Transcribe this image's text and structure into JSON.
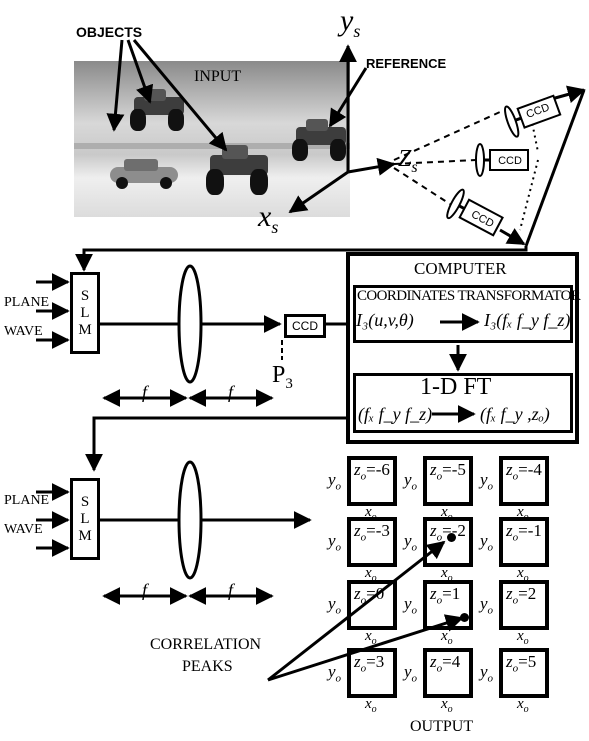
{
  "labels": {
    "objects": "OBJECTS",
    "input": "INPUT",
    "reference": "REFERENCE",
    "ys": "y",
    "ys_sub": "s",
    "xs": "x",
    "xs_sub": "s",
    "zs": "Z",
    "zs_sub": "s",
    "ccd": "CCD",
    "plane": "PLANE",
    "wave": "WAVE",
    "slm": [
      "S",
      "L",
      "M"
    ],
    "f": "f",
    "p3": "P",
    "p3_sub": "3",
    "computer": "COMPUTER",
    "coord_transformator": "COORDINATES TRANSFORMATOR",
    "ft_1d": "1-D FT",
    "correlation": "CORRELATION",
    "peaks": "PEAKS",
    "output": "OUTPUT",
    "yo": "y",
    "xo": "x",
    "o_sub": "o"
  },
  "equations": {
    "coord_left": "I₃(u,v,θ)",
    "coord_right": "I₃(fₓ f_y f_z)",
    "ft_left": "(fₓ f_y f_z)",
    "ft_right": "(fₓ f_y ,zₒ)"
  },
  "output_cells": [
    {
      "z": "-6"
    },
    {
      "z": "-5"
    },
    {
      "z": "-4"
    },
    {
      "z": "-3"
    },
    {
      "z": "-2"
    },
    {
      "z": "-1"
    },
    {
      "z": "0"
    },
    {
      "z": "1"
    },
    {
      "z": "2"
    },
    {
      "z": "3"
    },
    {
      "z": "4"
    },
    {
      "z": "5"
    }
  ]
}
